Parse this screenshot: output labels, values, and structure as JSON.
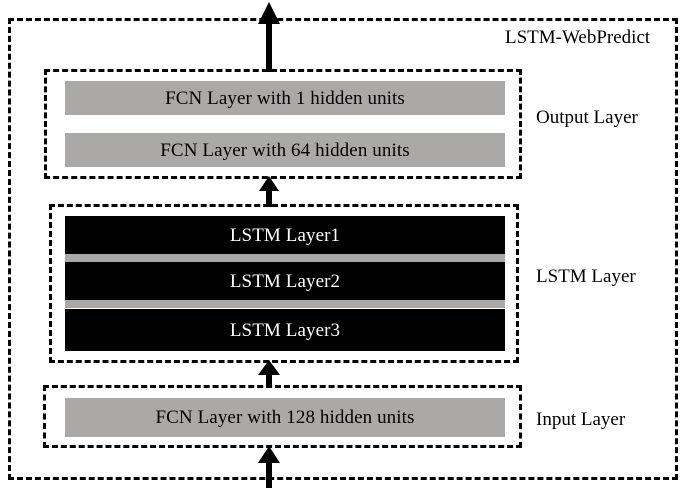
{
  "diagram": {
    "model_name": "LSTM-WebPredict",
    "groups": [
      {
        "id": "output",
        "side_label": "Output Layer",
        "bars": [
          {
            "label": "FCN Layer with 1 hidden units",
            "style": "gray"
          },
          {
            "label": "FCN Layer with 64 hidden units",
            "style": "gray"
          }
        ]
      },
      {
        "id": "lstm",
        "side_label": "LSTM Layer",
        "bars": [
          {
            "label": "LSTM Layer1",
            "style": "black"
          },
          {
            "label": "LSTM Layer2",
            "style": "black"
          },
          {
            "label": "LSTM Layer3",
            "style": "black"
          }
        ]
      },
      {
        "id": "input",
        "side_label": "Input Layer",
        "bars": [
          {
            "label": "FCN Layer with 128 hidden units",
            "style": "gray"
          }
        ]
      }
    ],
    "arrows": [
      {
        "name": "output-to-outside",
        "direction": "up"
      },
      {
        "name": "lstm-to-output",
        "direction": "up"
      },
      {
        "name": "input-to-lstm",
        "direction": "up"
      },
      {
        "name": "external-to-input",
        "direction": "up"
      }
    ],
    "colors": {
      "gray_bar": "#aba8a8",
      "black_bar": "#000000",
      "outline": "#000000",
      "background": "#ffffff",
      "black_bar_text": "#ffffff",
      "gray_bar_text": "#000000"
    }
  }
}
